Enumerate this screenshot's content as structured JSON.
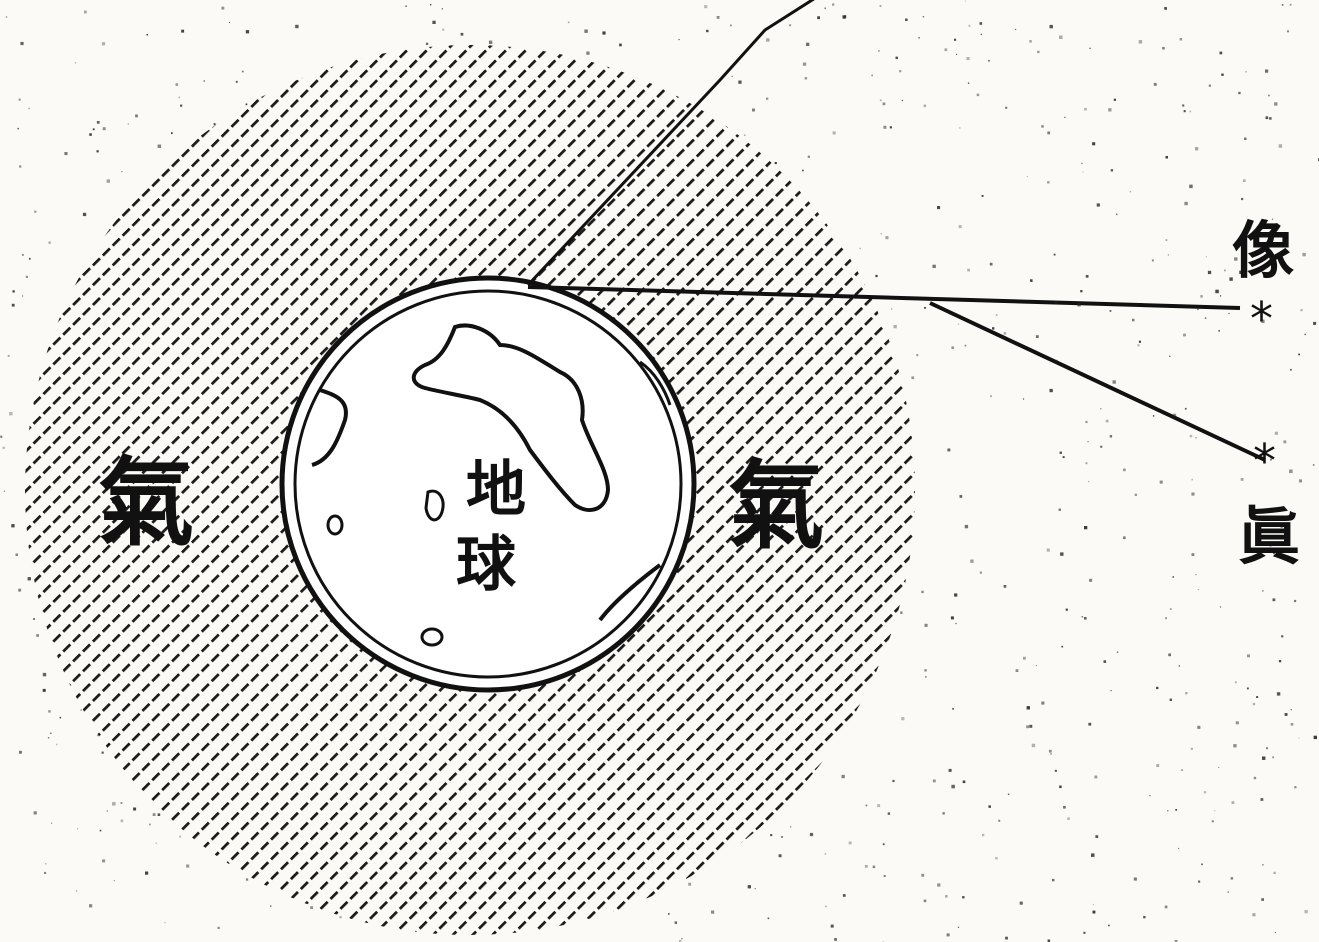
{
  "labels": {
    "atmosphere_left": "氣",
    "atmosphere_right": "氣",
    "earth_line1": "地",
    "earth_line2": "球",
    "apparent_image": "像",
    "true_position": "眞",
    "star_symbol": "*"
  },
  "colors": {
    "ink": "#111111",
    "paper": "#fbfaf7",
    "hatch": "#1a1a1a"
  },
  "icons": [
    "star-icon"
  ]
}
